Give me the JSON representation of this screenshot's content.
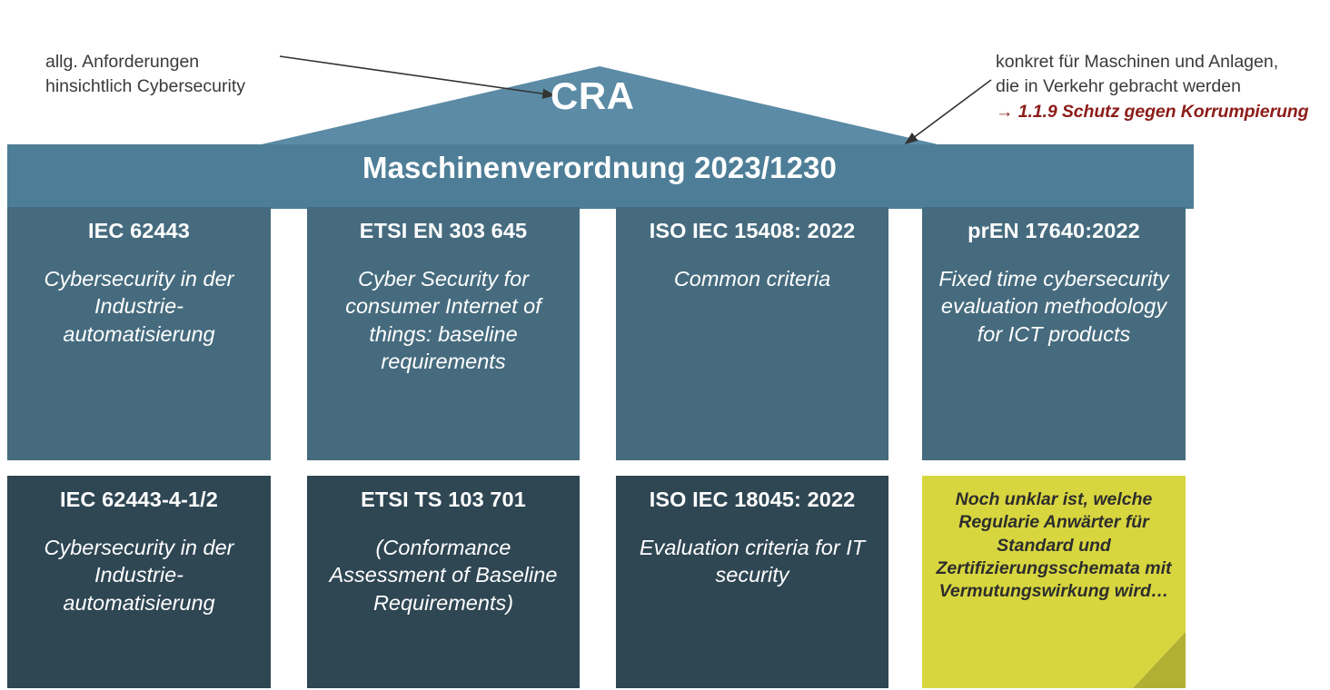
{
  "annotations": {
    "left": {
      "line1": "allg. Anforderungen",
      "line2": "hinsichtlich Cybersecurity",
      "text": "allg. Anforderungen\nhinsichtlich Cybersecurity"
    },
    "right": {
      "line1": "konkret für Maschinen und Anlagen,",
      "line2": "die in Verkehr gebracht werden",
      "text": "konkret für Maschinen und Anlagen,\ndie in Verkehr gebracht werden",
      "highlight": "→ 1.1.9 Schutz gegen Korrumpierung"
    }
  },
  "roof": {
    "apex_label": "CRA",
    "banner_label": "Maschinenverordnung 2023/1230"
  },
  "colors": {
    "roof_blue": "#5b8ba5",
    "row1_box": "#466b7e",
    "row2_box": "#2f4653",
    "sticky_yellow": "#d8d63f",
    "sticky_fold": "#b2b033",
    "annotation_red": "#8c1c18",
    "annotation_gray": "#3a3a3a",
    "arrow": "#333333"
  },
  "standards": {
    "row1": [
      {
        "title": "IEC 62443",
        "description": "Cybersecurity in der Industrie-automatisierung"
      },
      {
        "title": "ETSI EN 303 645",
        "description": "Cyber Security for consumer Internet of things: baseline requirements"
      },
      {
        "title": "ISO IEC 15408: 2022",
        "description": "Common criteria"
      },
      {
        "title": "prEN 17640:2022",
        "description": "Fixed time cybersecurity evaluation methodology for ICT products"
      }
    ],
    "row2": [
      {
        "title": "IEC 62443-4-1/2",
        "description": "Cybersecurity in der Industrie-automatisierung"
      },
      {
        "title": "ETSI TS 103 701",
        "description": "(Conformance Assessment of Baseline Requirements)"
      },
      {
        "title": "ISO IEC 18045: 2022",
        "description": "Evaluation criteria for IT security"
      }
    ]
  },
  "sticky_note": {
    "text": "Noch unklar ist, welche Regularie Anwärter für Standard und Zertifizierungsschemata mit Vermutungswirkung wird…"
  }
}
